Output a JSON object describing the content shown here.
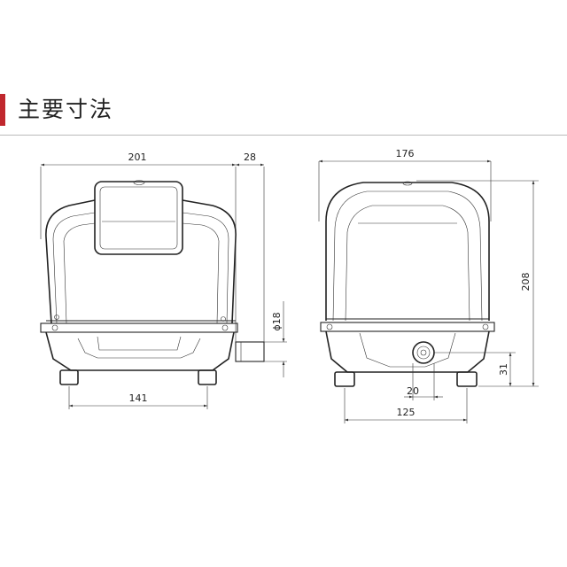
{
  "header": {
    "title": "主要寸法",
    "accent_color": "#c0272d"
  },
  "front_view": {
    "width_label": "201",
    "depth_label": "28",
    "foot_spacing_label": "141",
    "nozzle_label": "ϕ18"
  },
  "side_view": {
    "width_label": "176",
    "height_label": "208",
    "foot_spacing_label": "125",
    "outlet_label": "20",
    "outlet_height_label": "31"
  }
}
